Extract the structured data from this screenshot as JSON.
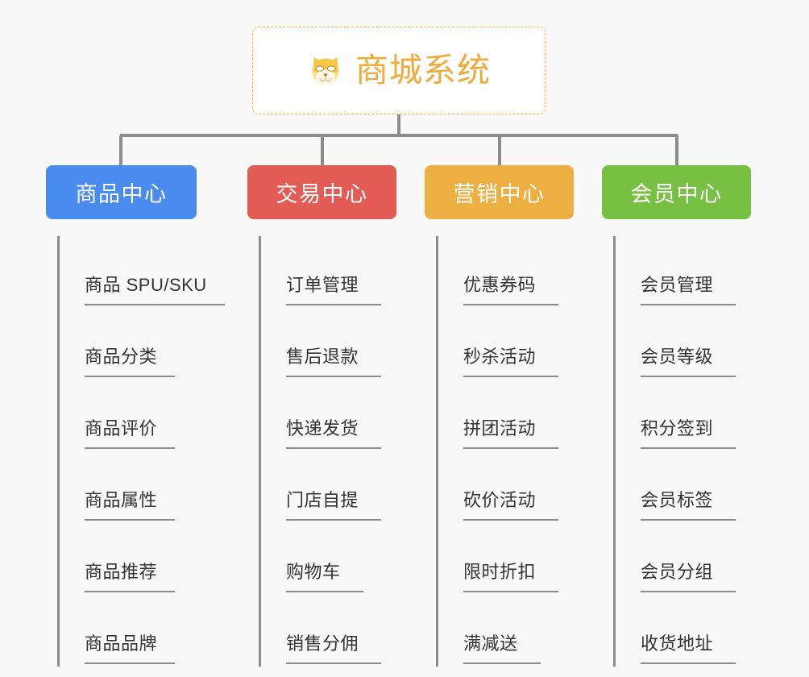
{
  "root": {
    "title": "商城系统",
    "icon": "shiba-dog-face-icon",
    "border_color": "#f0b940",
    "text_color": "#edab3c",
    "background": "#ffffff"
  },
  "canvas": {
    "background": "#f8f8f8",
    "connector_color": "#8c8c8c"
  },
  "columns": [
    {
      "label": "商品中心",
      "color": "#4a8bf0",
      "items": [
        "商品 SPU/SKU",
        "商品分类",
        "商品评价",
        "商品属性",
        "商品推荐",
        "商品品牌"
      ]
    },
    {
      "label": "交易中心",
      "color": "#e25b54",
      "items": [
        "订单管理",
        "售后退款",
        "快递发货",
        "门店自提",
        "购物车",
        "销售分佣"
      ]
    },
    {
      "label": "营销中心",
      "color": "#edaf42",
      "items": [
        "优惠券码",
        "秒杀活动",
        "拼团活动",
        "砍价活动",
        "限时折扣",
        "满减送"
      ]
    },
    {
      "label": "会员中心",
      "color": "#78c043",
      "items": [
        "会员管理",
        "会员等级",
        "积分签到",
        "会员标签",
        "会员分组",
        "收货地址"
      ]
    }
  ]
}
